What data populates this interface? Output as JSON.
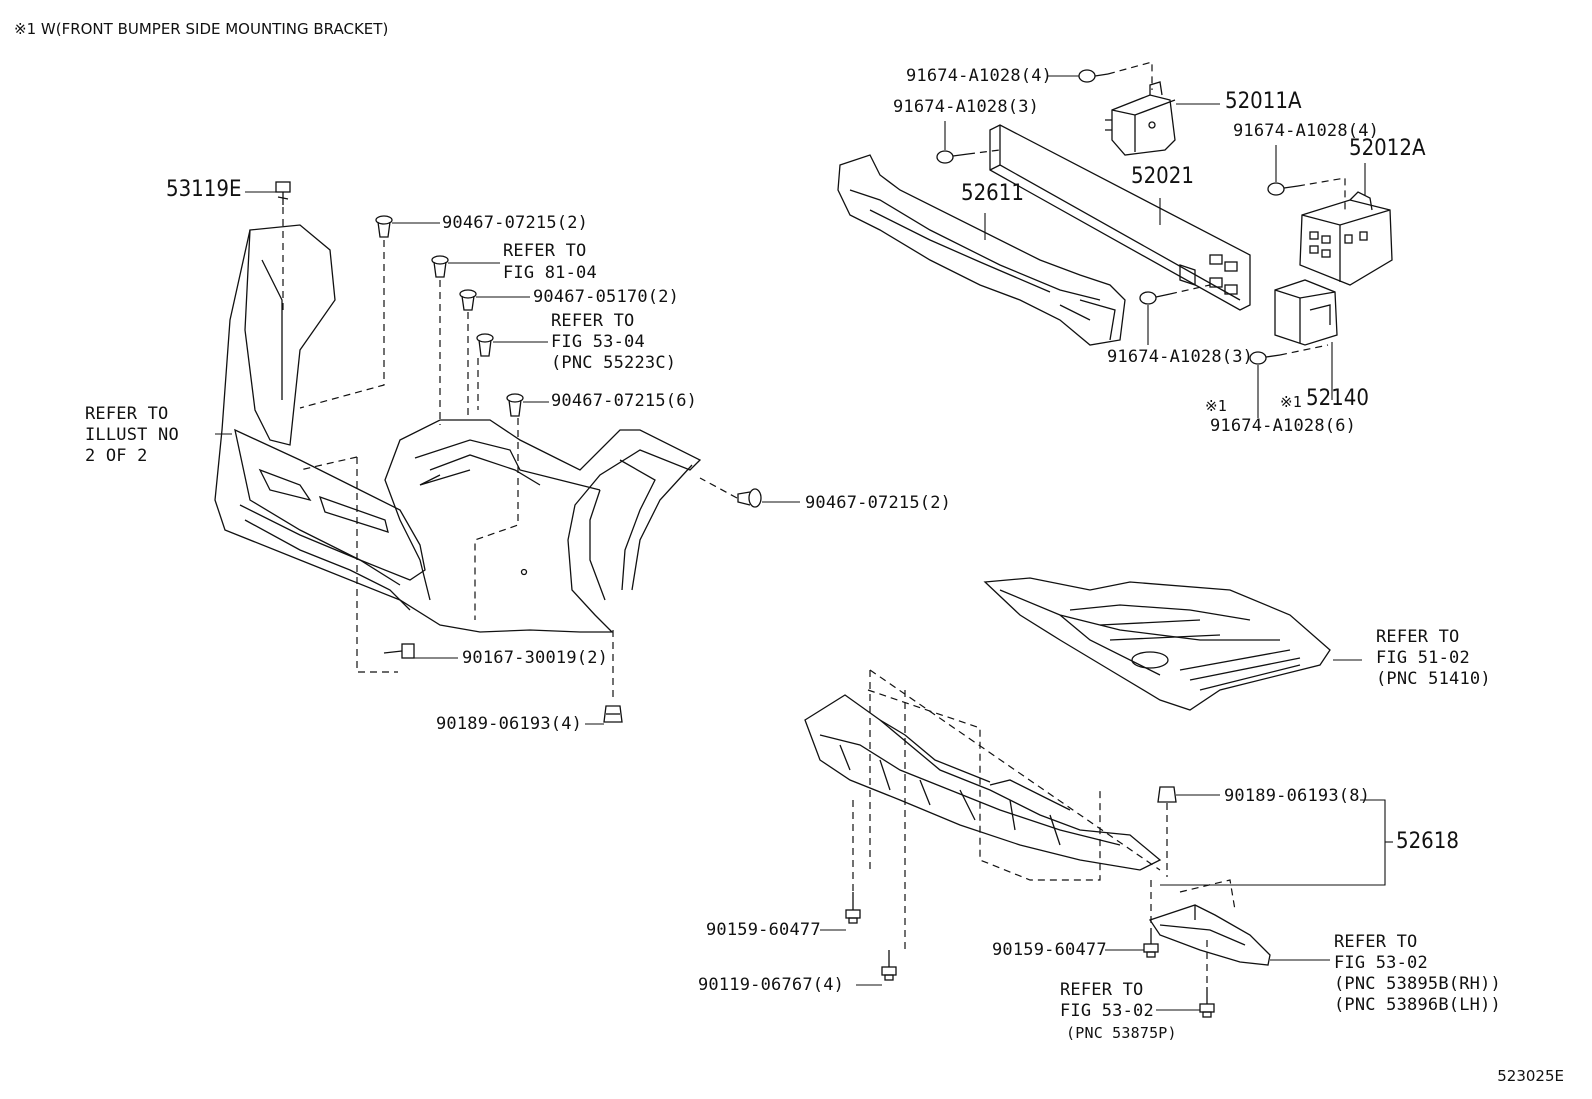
{
  "header": "※1 W(FRONT BUMPER SIDE MOUNTING BRACKET)",
  "footer": "523025E",
  "labels": {
    "p53119E": "53119E",
    "p90467_07215_2a": "90467-07215(2)",
    "refer_fig81_04_l1": "REFER TO",
    "refer_fig81_04_l2": "FIG 81-04",
    "p90467_05170": "90467-05170(2)",
    "refer_fig53_04_l1": "REFER TO",
    "refer_fig53_04_l2": "FIG 53-04",
    "refer_fig53_04_l3": "(PNC 55223C)",
    "p90467_07215_6": "90467-07215(6)",
    "refer_illust_l1": "REFER TO",
    "refer_illust_l2": "ILLUST NO",
    "refer_illust_l3": "2 OF 2",
    "p90467_07215_2b": "90467-07215(2)",
    "p90167_30019": "90167-30019(2)",
    "p90189_06193_4": "90189-06193(4)",
    "p91674_4a": "91674-A1028(4)",
    "p91674_3a": "91674-A1028(3)",
    "p52011A": "52011A",
    "p91674_4b": "91674-A1028(4)",
    "p52012A": "52012A",
    "p52021": "52021",
    "p52611": "52611",
    "p91674_3b": "91674-A1028(3)",
    "note1a": "※1",
    "note1b": "※1",
    "p52140": "52140",
    "p91674_6": "91674-A1028(6)",
    "refer_fig51_02_l1": "REFER TO",
    "refer_fig51_02_l2": "FIG 51-02",
    "refer_fig51_02_l3": "(PNC 51410)",
    "p90189_06193_8": "90189-06193(8)",
    "p52618": "52618",
    "p90159_60477a": "90159-60477",
    "p90119_06767": "90119-06767(4)",
    "p90159_60477b": "90159-60477",
    "refer_fig53_02a_l1": "REFER TO",
    "refer_fig53_02a_l2": "FIG 53-02",
    "refer_fig53_02a_l3": "(PNC 53875P)",
    "refer_fig53_02b_l1": "REFER TO",
    "refer_fig53_02b_l2": "FIG 53-02",
    "refer_fig53_02b_l3": "(PNC 53895B(RH))",
    "refer_fig53_02b_l4": "(PNC 53896B(LH))"
  }
}
